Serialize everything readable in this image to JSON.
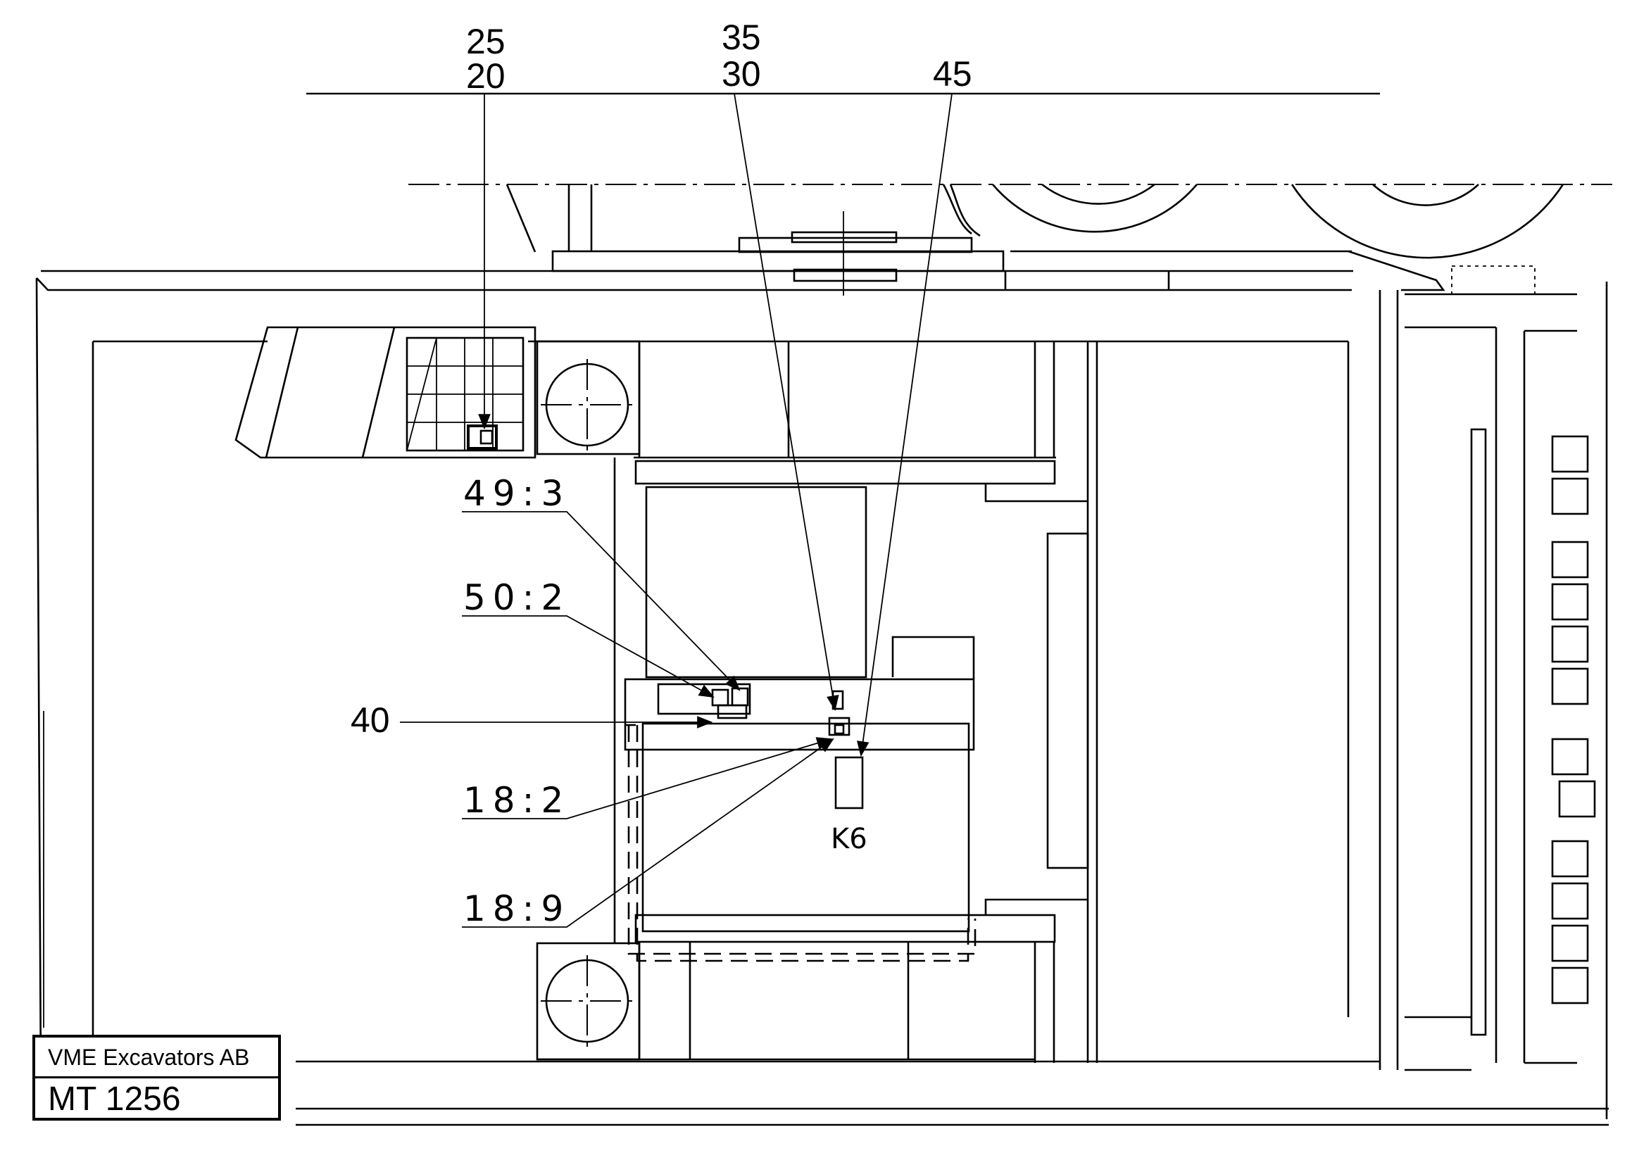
{
  "callouts": {
    "c25": "25",
    "c20": "20",
    "c35": "35",
    "c30": "30",
    "c45": "45",
    "c40": "40"
  },
  "references": {
    "r49_3": "49:3",
    "r50_2": "50:2",
    "r18_2": "18:2",
    "r18_9": "18:9"
  },
  "component": {
    "k6": "K6"
  },
  "title_block": {
    "company": "VME Excavators AB",
    "drawing_code": "MT 1256"
  }
}
